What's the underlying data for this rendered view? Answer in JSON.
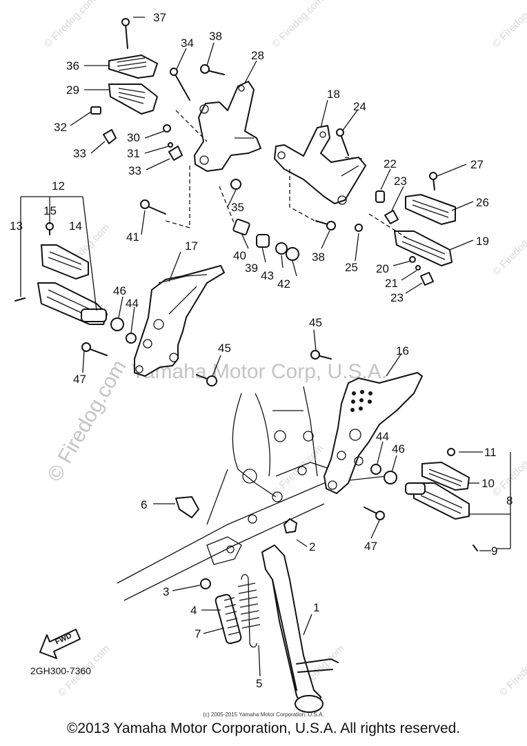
{
  "diagram": {
    "diagram_code": "2GH300-7360",
    "fwd_label": "FWD",
    "watermark_diagonal": "© Firedog.com",
    "watermark_center": "Yamaha Motor Corp, U.S.A.",
    "watermark_small": "© Firedog.com",
    "small_notice": "(c) 2005-2015 Yamaha Motor Corporation, U.S.A.",
    "copyright": "©2013 Yamaha Motor Corporation, U.S.A. All rights reserved.",
    "callouts": {
      "c1": "1",
      "c2": "2",
      "c3": "3",
      "c4": "4",
      "c5": "5",
      "c6": "6",
      "c7": "7",
      "c8": "8",
      "c9": "9",
      "c10": "10",
      "c11": "11",
      "c12": "12",
      "c13": "13",
      "c14": "14",
      "c15": "15",
      "c16": "16",
      "c17": "17",
      "c18": "18",
      "c19": "19",
      "c20": "20",
      "c21": "21",
      "c22": "22",
      "c23a": "23",
      "c23b": "23",
      "c24": "24",
      "c25": "25",
      "c26": "26",
      "c27": "27",
      "c28": "28",
      "c29": "29",
      "c30": "30",
      "c31": "31",
      "c32": "32",
      "c33a": "33",
      "c33b": "33",
      "c34": "34",
      "c35": "35",
      "c36": "36",
      "c37": "37",
      "c38a": "38",
      "c38b": "38",
      "c39": "39",
      "c40": "40",
      "c41": "41",
      "c42": "42",
      "c43": "43",
      "c44a": "44",
      "c44b": "44",
      "c45a": "45",
      "c45b": "45",
      "c46a": "46",
      "c46b": "46",
      "c47a": "47",
      "c47b": "47"
    }
  }
}
